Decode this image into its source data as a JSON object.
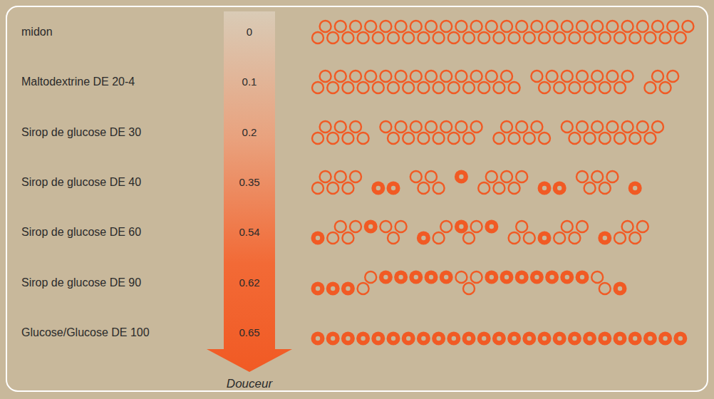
{
  "diagram": {
    "labels": [
      "midon",
      "0",
      "Maltodextrine DE 20-4",
      "0.1",
      "Sirop de glucose DE 30",
      "0.2",
      "Sirop de glucose DE 40",
      "0.35",
      "Sirop de glucose DE 60",
      "0.54",
      "Sirop de glucose DE 90",
      "0.62",
      "Glucose/Glucose DE 100",
      "0.65",
      "Douceur"
    ]
  }
}
